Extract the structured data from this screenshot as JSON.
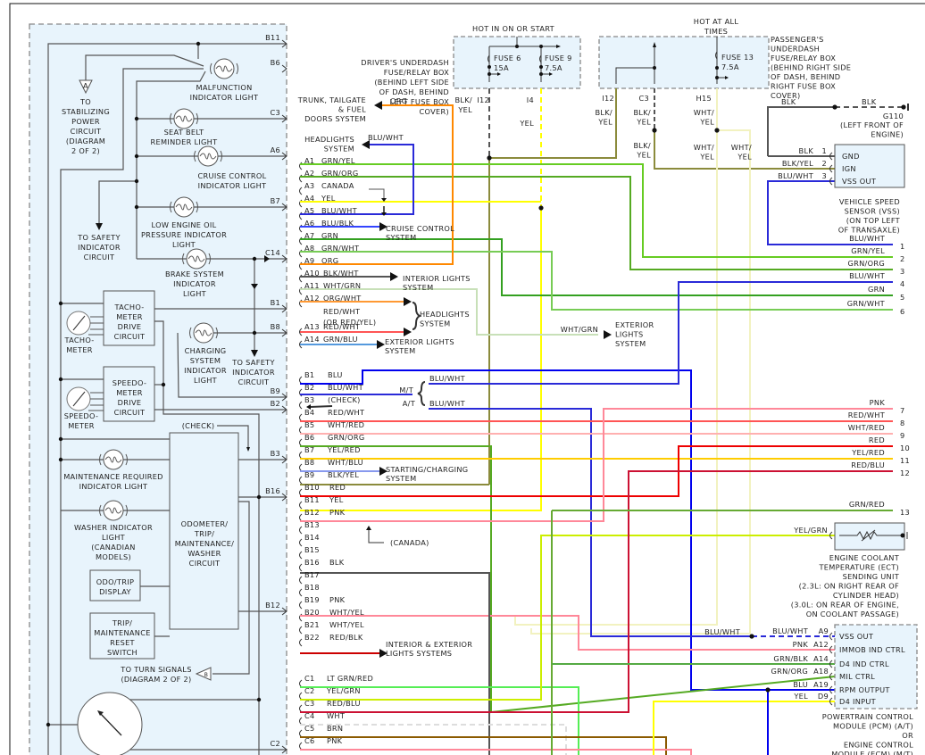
{
  "colors": {
    "cluster_fill": "#e8f4fc",
    "box_border": "#555555",
    "BLK": "#555555",
    "BLK/YEL": "#8b8b3c",
    "YEL": "#ffff00",
    "BLU": "#0000ee",
    "BLU/WHT": "#2a2ad8",
    "BLU/BLK": "#3344ff",
    "GRN": "#33a020",
    "GRN/YEL": "#66cc22",
    "GRN/ORG": "#55aa22",
    "GRN/WHT": "#77cc55",
    "GRN/BLU": "#5599dd",
    "ORG": "#ff8800",
    "ORG/WHT": "#ff9933",
    "RED": "#ee0000",
    "RED/WHT": "#ff5555",
    "RED/BLU": "#cc1133",
    "RED/BLK": "#cc0000",
    "WHT/RED": "#ffb0b0",
    "WHT/YEL": "#f2f2c0",
    "WHT/GRN": "#c8e0b8",
    "WHT/BLU": "#8899ee",
    "YEL/RED": "#ffcc00",
    "YEL/GRN": "#ccee00",
    "PNK": "#ff8899",
    "LT GRN/RED": "#55ee55",
    "BRN": "#8b5a00",
    "WHT": "#dddddd",
    "GRN/RED": "#66aa33",
    "GRN/BLK": "#55aa44"
  },
  "cluster": {
    "lights": [
      {
        "name": "MALFUNCTION INDICATOR LIGHT",
        "lines": [
          "MALFUNCTION",
          "INDICATOR LIGHT"
        ],
        "pin": "B6"
      },
      {
        "name": "SEAT BELT REMINDER LIGHT",
        "lines": [
          "SEAT BELT",
          "REMINDER LIGHT"
        ],
        "pin": "C3"
      },
      {
        "name": "CRUISE CONTROL INDICATOR LIGHT",
        "lines": [
          "CRUISE CONTROL",
          "INDICATOR LIGHT"
        ],
        "pin": "A6"
      },
      {
        "name": "LOW ENGINE OIL PRESSURE INDICATOR LIGHT",
        "lines": [
          "LOW ENGINE OIL",
          "PRESSURE INDICATOR",
          "LIGHT"
        ],
        "pin": "B7"
      },
      {
        "name": "BRAKE SYSTEM INDICATOR LIGHT",
        "lines": [
          "BRAKE SYSTEM",
          "INDICATOR",
          "LIGHT"
        ],
        "pin": "C14"
      },
      {
        "name": "CHARGING SYSTEM INDICATOR LIGHT",
        "lines": [
          "CHARGING",
          "SYSTEM",
          "INDICATOR",
          "LIGHT"
        ],
        "pin": "B8"
      },
      {
        "name": "MAINTENANCE REQUIRED INDICATOR LIGHT",
        "lines": [
          "MAINTENANCE REQUIRED",
          "INDICATOR LIGHT"
        ],
        "pin": "B3"
      },
      {
        "name": "WASHER INDICATOR LIGHT",
        "lines": [
          "WASHER INDICATOR",
          "LIGHT",
          "(CANADIAN",
          "MODELS)"
        ],
        "pin": ""
      }
    ],
    "pins_right": [
      "B11",
      "B6",
      "C3",
      "A6",
      "B7",
      "C14",
      "B1",
      "B8",
      "B9",
      "B2",
      "B3",
      "B16",
      "B12",
      "C2"
    ],
    "stabilizing_note": [
      "TO",
      "STABILIZING",
      "POWER",
      "CIRCUIT",
      "(DIAGRAM",
      "2 OF 2)"
    ],
    "stabilizing_tag": "A",
    "safety_note_1": [
      "TO SAFETY",
      "INDICATOR",
      "CIRCUIT"
    ],
    "safety_note_2": [
      "TO SAFETY",
      "INDICATOR",
      "CIRCUIT"
    ],
    "tacho_box": [
      "TACHO-",
      "METER",
      "DRIVE",
      "CIRCUIT"
    ],
    "tacho_label": [
      "TACHO-",
      "METER"
    ],
    "speedo_box": [
      "SPEEDO-",
      "METER",
      "DRIVE",
      "CIRCUIT"
    ],
    "speedo_label": [
      "SPEEDO-",
      "METER"
    ],
    "check_label": "(CHECK)",
    "odometer_box": [
      "ODOMETER/",
      "TRIP/",
      "MAINTENANCE/",
      "WASHER",
      "CIRCUIT"
    ],
    "odo_display": [
      "ODO/TRIP",
      "DISPLAY"
    ],
    "reset_switch": [
      "TRIP/",
      "MAINTENANCE",
      "RESET",
      "SWITCH"
    ],
    "turn_signals": [
      "TO TURN SIGNALS",
      "(DIAGRAM 2 OF 2)"
    ],
    "turn_tag": "B"
  },
  "drivers_fuse_box": {
    "hot_label": "HOT IN ON OR START",
    "label": [
      "DRIVER'S UNDERDASH",
      "FUSE/RELAY BOX",
      "(BEHIND LEFT SIDE",
      "OF DASH, BEHIND",
      "LEFT FUSE BOX",
      "COVER)"
    ],
    "fuses": [
      {
        "name": "FUSE 6",
        "rating": "15A",
        "terminal": "I12",
        "wire": [
          "BLK/",
          "YEL"
        ]
      },
      {
        "name": "FUSE 9",
        "rating": "7.5A",
        "terminal": "I4",
        "wire": [
          "YEL"
        ]
      }
    ]
  },
  "passengers_fuse_box": {
    "hot_label": [
      "HOT AT ALL",
      "TIMES"
    ],
    "label": [
      "PASSENGER'S",
      "UNDERDASH",
      "FUSE/RELAY BOX",
      "(BEHIND RIGHT SIDE",
      "OF DASH, BEHIND",
      "RIGHT FUSE BOX",
      "COVER)"
    ],
    "fuse": {
      "name": "FUSE 13",
      "rating": "7.5A"
    },
    "terminals": [
      {
        "id": "I12",
        "wire": [
          "BLK/",
          "YEL"
        ]
      },
      {
        "id": "C3",
        "wire": [
          "BLK/",
          "YEL"
        ]
      },
      {
        "id": "H15",
        "wire": [
          "WHT/",
          "YEL"
        ]
      }
    ],
    "lower_wires": [
      [
        "BLK/",
        "YEL"
      ],
      [
        "WHT/",
        "YEL"
      ],
      [
        "WHT/",
        "YEL"
      ]
    ]
  },
  "ground": {
    "wire_a": "BLK",
    "wire_b": "BLK",
    "id": "G110",
    "location": [
      "(LEFT FRONT OF",
      "ENGINE)"
    ]
  },
  "vss": {
    "pins": [
      {
        "wire": "BLK",
        "num": "1",
        "name": "GND"
      },
      {
        "wire": "BLK/YEL",
        "num": "2",
        "name": "IGN"
      },
      {
        "wire": "BLU/WHT",
        "num": "3",
        "name": "VSS OUT"
      }
    ],
    "label": [
      "VEHICLE SPEED",
      "SENSOR (VSS)",
      "(ON TOP LEFT",
      "OF TRANSAXLE)"
    ]
  },
  "left_destinations": {
    "trunk": {
      "label": [
        "TRUNK, TAILGATE",
        "& FUEL",
        "DOORS SYSTEM"
      ],
      "wire": "ORG"
    },
    "headlights": {
      "label": [
        "HEADLIGHTS",
        "SYSTEM"
      ],
      "wire": "BLU/WHT"
    }
  },
  "connector_a": [
    {
      "pin": "A1",
      "wire": "GRN/YEL"
    },
    {
      "pin": "A2",
      "wire": "GRN/ORG"
    },
    {
      "pin": "A3",
      "wire": "CANADA"
    },
    {
      "pin": "A4",
      "wire": "YEL"
    },
    {
      "pin": "A5",
      "wire": "BLU/WHT"
    },
    {
      "pin": "A6",
      "wire": "BLU/BLK",
      "dest": [
        "CRUISE CONTROL",
        "SYSTEM"
      ]
    },
    {
      "pin": "A7",
      "wire": "GRN"
    },
    {
      "pin": "A8",
      "wire": "GRN/WHT"
    },
    {
      "pin": "A9",
      "wire": "ORG"
    },
    {
      "pin": "A10",
      "wire": "BLK/WHT",
      "dest": [
        "INTERIOR LIGHTS",
        "SYSTEM"
      ]
    },
    {
      "pin": "A11",
      "wire": "WHT/GRN"
    },
    {
      "pin": "A12",
      "wire": "ORG/WHT"
    },
    {
      "pin": "A13",
      "wire": "RED/WHT",
      "alt": "(OR RED/YEL)"
    },
    {
      "pin": "A14",
      "wire": "GRN/BLU",
      "dest": [
        "EXTERIOR LIGHTS",
        "SYSTEM"
      ]
    }
  ],
  "headlights_group": [
    "HEADLIGHTS",
    "SYSTEM"
  ],
  "exterior_mid": {
    "wire": "WHT/GRN",
    "label": [
      "EXTERIOR",
      "LIGHTS",
      "SYSTEM"
    ]
  },
  "connector_b": [
    {
      "pin": "B1",
      "wire": "BLU"
    },
    {
      "pin": "B2",
      "wire": "BLU/WHT"
    },
    {
      "pin": "B3",
      "wire": "(CHECK)"
    },
    {
      "pin": "B4",
      "wire": "RED/WHT"
    },
    {
      "pin": "B5",
      "wire": "WHT/RED"
    },
    {
      "pin": "B6",
      "wire": "GRN/ORG"
    },
    {
      "pin": "B7",
      "wire": "YEL/RED"
    },
    {
      "pin": "B8",
      "wire": "WHT/BLU",
      "dest": [
        "STARTING/CHARGING",
        "SYSTEM"
      ]
    },
    {
      "pin": "B9",
      "wire": "BLK/YEL"
    },
    {
      "pin": "B10",
      "wire": "RED"
    },
    {
      "pin": "B11",
      "wire": "YEL"
    },
    {
      "pin": "B12",
      "wire": "PNK"
    },
    {
      "pin": "B13",
      "wire": ""
    },
    {
      "pin": "B14",
      "wire": ""
    },
    {
      "pin": "B15",
      "wire": ""
    },
    {
      "pin": "B16",
      "wire": "BLK"
    },
    {
      "pin": "B17",
      "wire": ""
    },
    {
      "pin": "B18",
      "wire": ""
    },
    {
      "pin": "B19",
      "wire": "PNK"
    },
    {
      "pin": "B20",
      "wire": "WHT/YEL"
    },
    {
      "pin": "B21",
      "wire": "WHT/YEL"
    },
    {
      "pin": "B22",
      "wire": "RED/BLK",
      "dest": [
        "INTERIOR & EXTERIOR",
        "LIGHTS SYSTEMS"
      ]
    }
  ],
  "transmission_split": {
    "mt": "M/T",
    "at": "A/T",
    "wire_mt": "BLU/WHT",
    "wire_at": "BLU/WHT"
  },
  "canada_note": "(CANADA)",
  "connector_c": [
    {
      "pin": "C1",
      "wire": "LT GRN/RED"
    },
    {
      "pin": "C2",
      "wire": "YEL/GRN"
    },
    {
      "pin": "C3",
      "wire": "RED/BLU"
    },
    {
      "pin": "C4",
      "wire": "WHT"
    },
    {
      "pin": "C5",
      "wire": "BRN"
    },
    {
      "pin": "C6",
      "wire": "PNK"
    }
  ],
  "right_outputs": [
    {
      "num": "1",
      "wire": "BLU/WHT"
    },
    {
      "num": "2",
      "wire": "GRN/YEL"
    },
    {
      "num": "3",
      "wire": "GRN/ORG"
    },
    {
      "num": "4",
      "wire": "BLU/WHT"
    },
    {
      "num": "5",
      "wire": "GRN"
    },
    {
      "num": "6",
      "wire": "GRN/WHT"
    },
    {
      "num": "7",
      "wire": "PNK"
    },
    {
      "num": "8",
      "wire": "RED/WHT"
    },
    {
      "num": "9",
      "wire": "WHT/RED"
    },
    {
      "num": "10",
      "wire": "RED"
    },
    {
      "num": "11",
      "wire": "YEL/RED"
    },
    {
      "num": "12",
      "wire": "RED/BLU"
    },
    {
      "num": "13",
      "wire": "GRN/RED"
    }
  ],
  "ect": {
    "wire": "YEL/GRN",
    "label": [
      "ENGINE COOLANT",
      "TEMPERATURE (ECT)",
      "SENDING UNIT",
      "(2.3L: ON RIGHT REAR OF",
      "CYLINDER HEAD)",
      "(3.0L: ON REAR OF ENGINE,",
      "ON COOLANT PASSAGE)"
    ]
  },
  "pcm": {
    "left_wire": "BLU/WHT",
    "pins": [
      {
        "wire": "BLU/WHT",
        "pin": "A9",
        "name": "VSS OUT"
      },
      {
        "wire": "PNK",
        "pin": "A12",
        "name": "IMMOB IND CTRL"
      },
      {
        "wire": "GRN/BLK",
        "pin": "A14",
        "name": "D4 IND CTRL"
      },
      {
        "wire": "GRN/ORG",
        "pin": "A18",
        "name": "MIL CTRL"
      },
      {
        "wire": "BLU",
        "pin": "A19",
        "name": "RPM OUTPUT"
      },
      {
        "wire": "YEL",
        "pin": "D9",
        "name": "D4 INPUT"
      }
    ],
    "label": [
      "POWERTRAIN CONTROL",
      "MODULE (PCM) (A/T)",
      "OR",
      "ENGINE CONTROL",
      "MODULE (ECM) (M/T)"
    ]
  }
}
